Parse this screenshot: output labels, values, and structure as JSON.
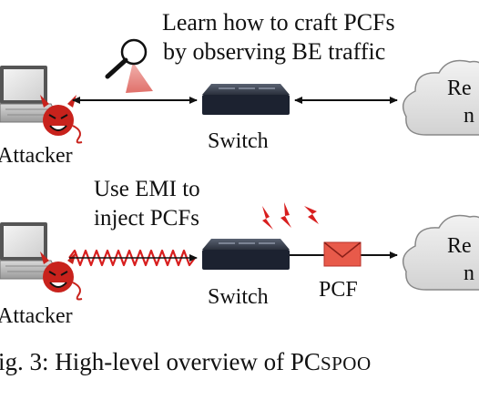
{
  "top_panel": {
    "annotation_line1": "Learn how to craft PCFs",
    "annotation_line2": "by observing BE traffic",
    "attacker_label": "Attacker",
    "switch_label": "Switch",
    "cloud_text_line1": "Re",
    "cloud_text_line2": "n"
  },
  "bottom_panel": {
    "annotation_line1": "Use EMI to",
    "annotation_line2": "inject PCFs",
    "attacker_label": "Attacker",
    "switch_label": "Switch",
    "packet_label": "PCF",
    "cloud_text_line1": "Re",
    "cloud_text_line2": "n"
  },
  "caption": {
    "prefix": "ig. 3: High-level overview of PC",
    "suffix": "SPOO"
  },
  "colors": {
    "emi_wave": "#d81e1e",
    "spark": "#d81e1e",
    "envelope": "#e85a4a",
    "magnifier_beam": "#e88a86",
    "devil": "#c8221c",
    "switch_dark": "#1c2230"
  }
}
